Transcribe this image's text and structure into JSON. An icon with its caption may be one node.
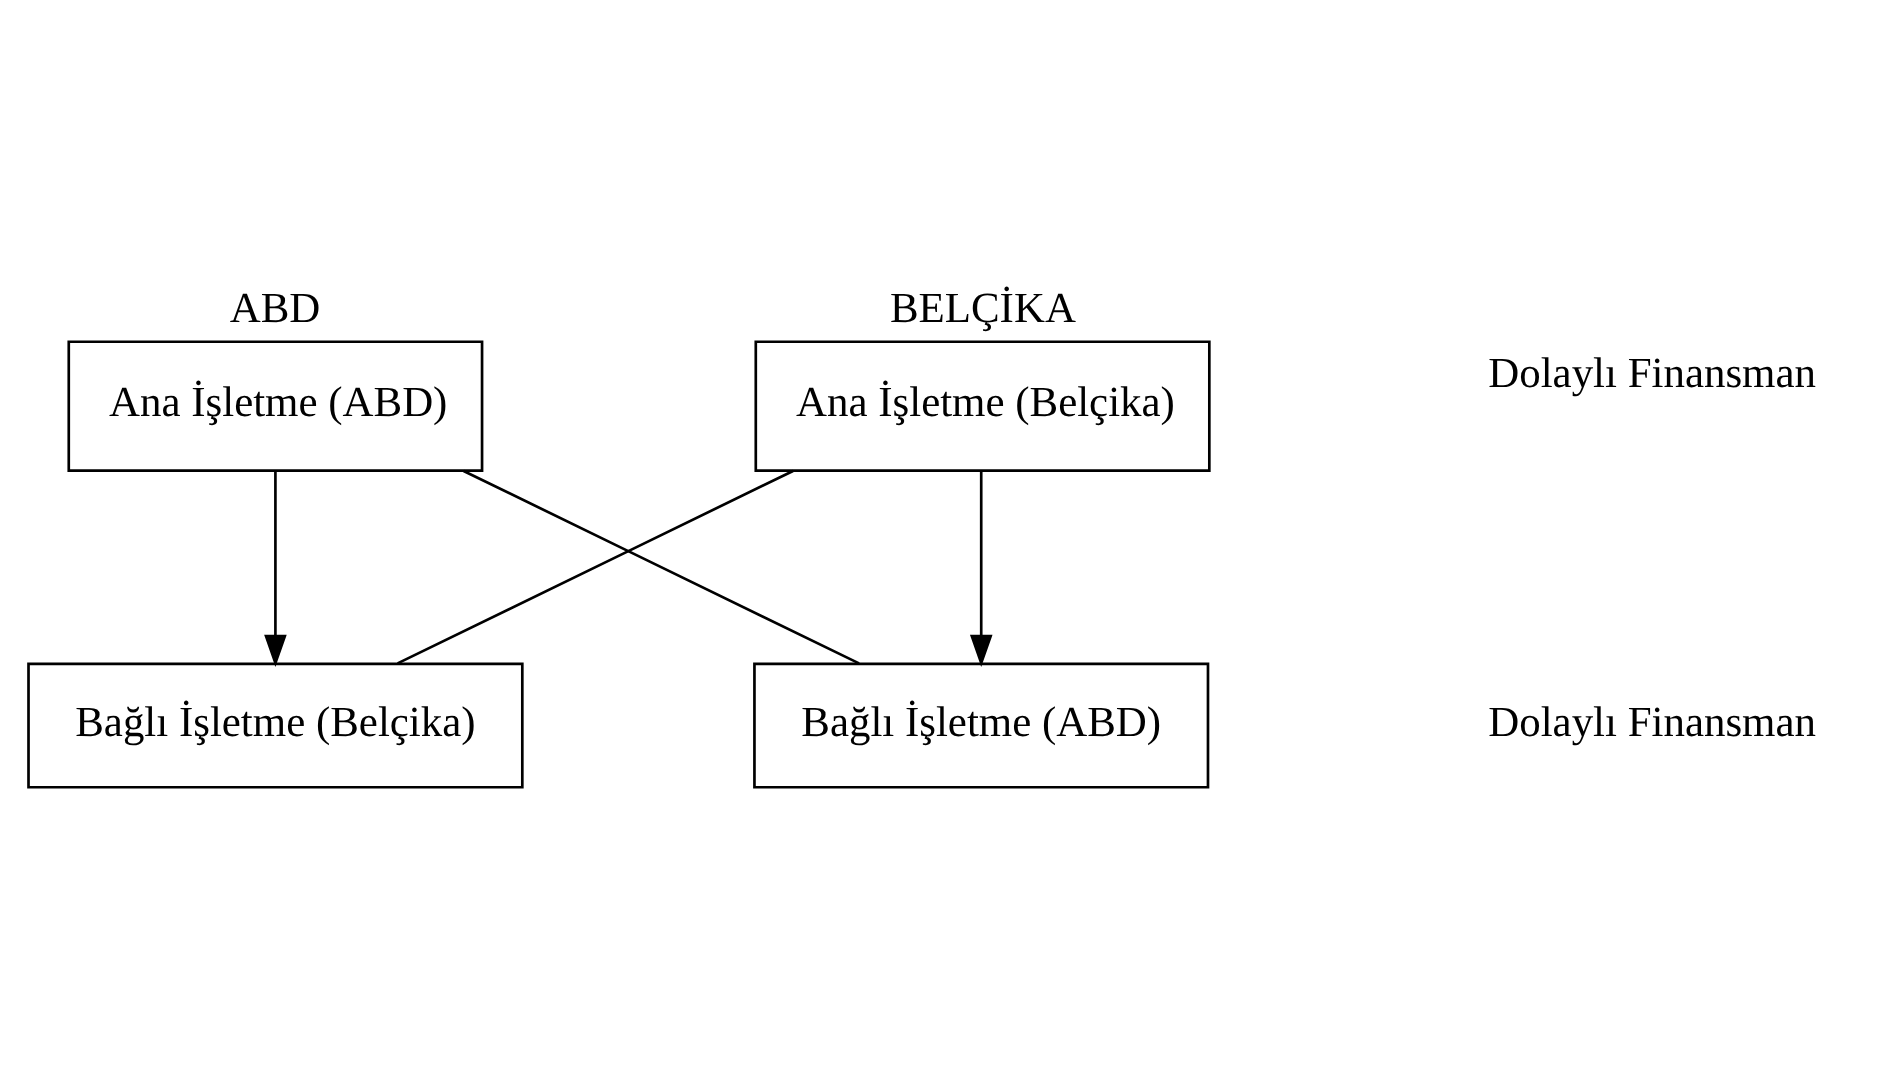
{
  "diagram": {
    "nodes": [
      {
        "text": [
          "ABD",
          "Ana İşletme (ABD)"
        ]
      },
      {
        "text": [
          "Bağlı İşletme (Belçika)"
        ]
      },
      {
        "text": [
          "BELÇİKA",
          "Ana İşletme (Belçika)"
        ]
      },
      {
        "text": [
          "Bağlı İşletme (ABD)"
        ]
      }
    ],
    "edges": [
      {
        "from": 0,
        "to": 1,
        "arrow": "to"
      },
      {
        "from": 2,
        "to": 3,
        "arrow": "to"
      },
      {
        "from": 0,
        "to": 3,
        "arrow": "none"
      },
      {
        "from": 2,
        "to": 1,
        "arrow": "none"
      }
    ],
    "labels": [
      "Dolaylı Finansman",
      "Dolaylı Finansman"
    ]
  }
}
